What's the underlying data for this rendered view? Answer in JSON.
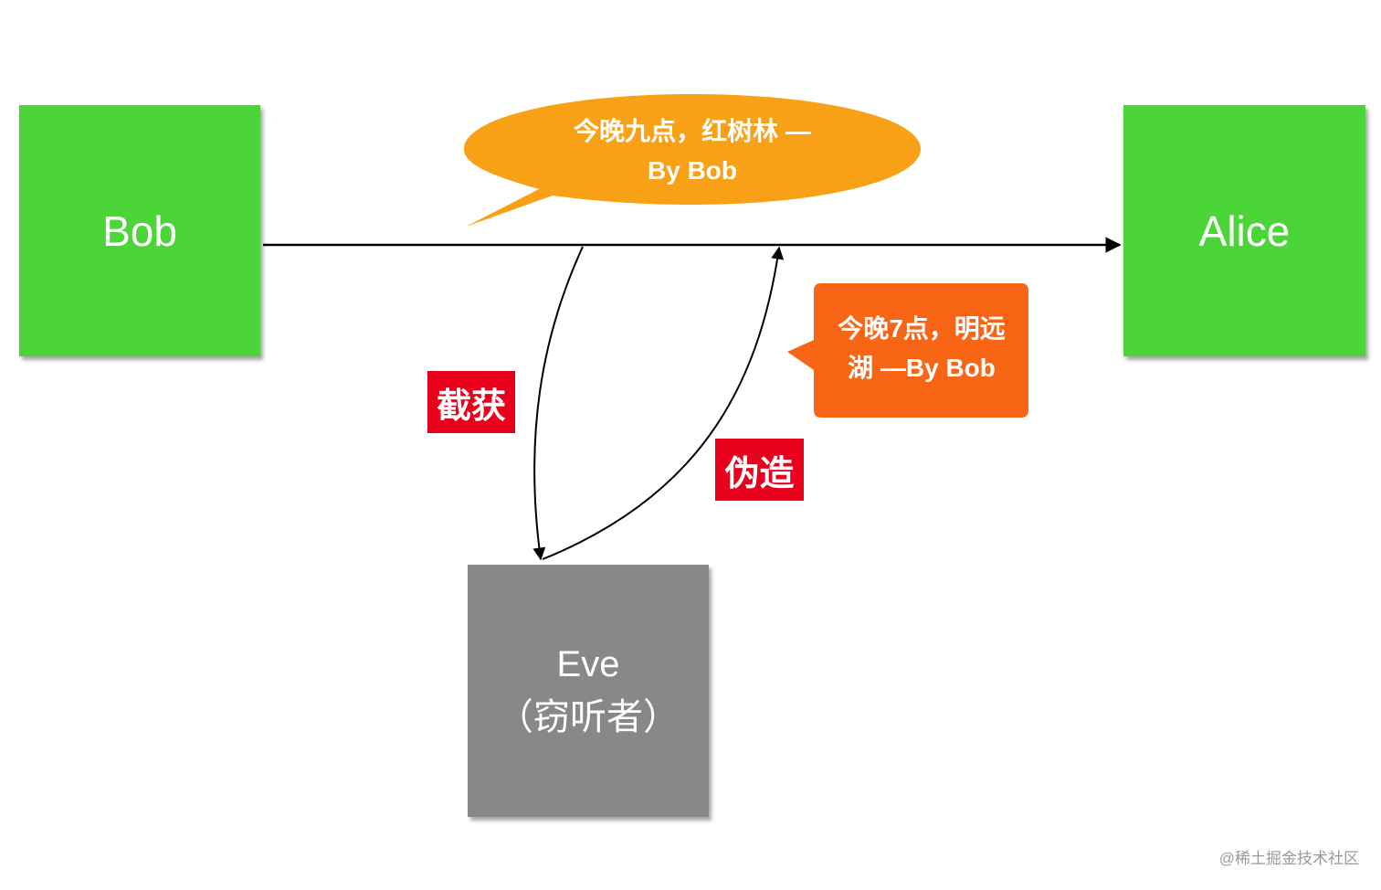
{
  "nodes": {
    "sender": "Bob",
    "receiver": "Alice",
    "eavesdropper": {
      "name": "Eve",
      "role": "（窃听者）"
    }
  },
  "messages": {
    "original": {
      "line1": "今晚九点，红树林 —",
      "line2": "By Bob"
    },
    "forged": {
      "line1": "今晚7点，明远",
      "line2": "湖 —By Bob"
    }
  },
  "tags": {
    "intercept": "截获",
    "forge": "伪造"
  },
  "watermark": "@稀土掘金技术社区",
  "colors": {
    "party_box": "#4cd538",
    "eavesdropper_box": "#888888",
    "original_bubble": "#f9a116",
    "forged_bubble": "#f86515",
    "tag_background": "#e8001c"
  }
}
